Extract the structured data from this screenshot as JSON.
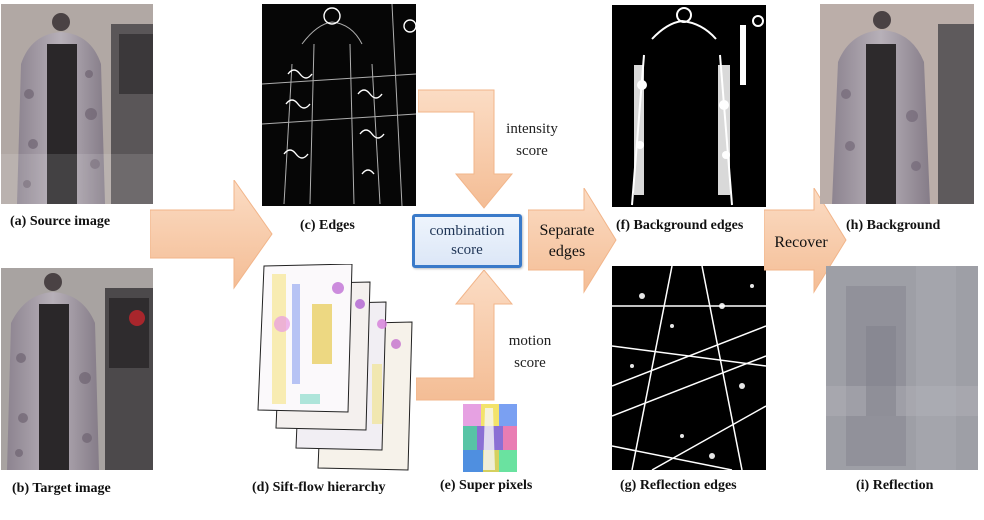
{
  "captions": {
    "a": "(a) Source image",
    "b": "(b) Target image",
    "c": "(c) Edges",
    "d": "(d) Sift-flow hierarchy",
    "e": "(e) Super pixels",
    "f": "(f) Background edges",
    "g": "(g) Reflection edges",
    "h": "(h) Background",
    "i": "(i) Reflection"
  },
  "labels": {
    "intensity_1": "intensity",
    "intensity_2": "score",
    "motion_1": "motion",
    "motion_2": "score",
    "combination_1": "combination",
    "combination_2": "score",
    "separate_1": "Separate",
    "separate_2": "edges",
    "recover": "Recover"
  },
  "colors": {
    "arrow_fill": "#f6c8a6",
    "box_border": "#3a7ac9"
  }
}
